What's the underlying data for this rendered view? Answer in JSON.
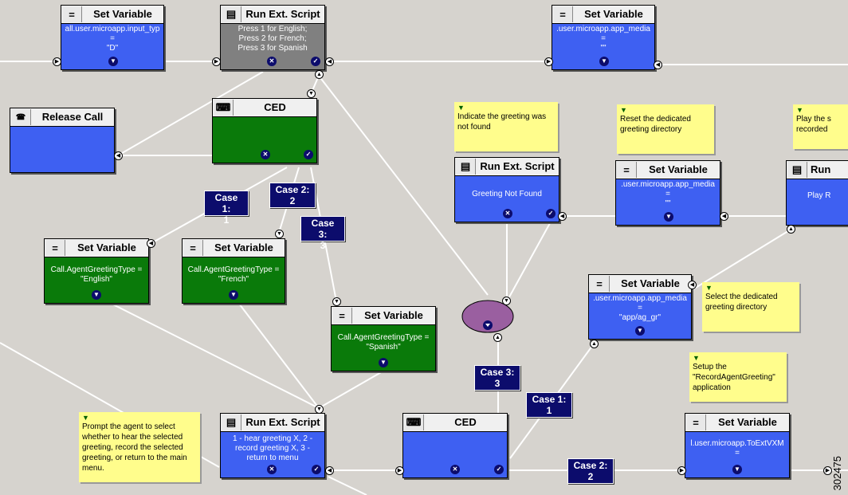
{
  "nodes": {
    "setvar_top1": {
      "title": "Set Variable",
      "line1": "all.user.microapp.input_typ",
      "line2": "=",
      "line3": "\"D\""
    },
    "runext_top": {
      "title": "Run Ext. Script",
      "line1": "Press 1 for English;",
      "line2": "Press 2 for French;",
      "line3": "Press 3 for Spanish"
    },
    "setvar_top2": {
      "title": "Set Variable",
      "line1": ".user.microapp.app_media",
      "line2": "=",
      "line3": "\"\""
    },
    "release_call": {
      "title": "Release Call"
    },
    "ced_top": {
      "title": "CED"
    },
    "runext_mid": {
      "title": "Run Ext. Script",
      "line1": "Greeting Not Found"
    },
    "setvar_mid": {
      "title": "Set Variable",
      "line1": ".user.microapp.app_media",
      "line2": "=",
      "line3": "\"\""
    },
    "run_right": {
      "title": "Run",
      "line1": "Play R"
    },
    "setvar_english": {
      "title": "Set Variable",
      "line1": "Call.AgentGreetingType =",
      "line2": "\"English\""
    },
    "setvar_french": {
      "title": "Set Variable",
      "line1": "Call.AgentGreetingType =",
      "line2": "\"French\""
    },
    "setvar_spanish": {
      "title": "Set Variable",
      "line1": "Call.AgentGreetingType =",
      "line2": "\"Spanish\""
    },
    "setvar_agq": {
      "title": "Set Variable",
      "line1": ".user.microapp.app_media",
      "line2": "=",
      "line3": "\"app/ag_gr\""
    },
    "runext_bottom": {
      "title": "Run Ext. Script",
      "line1": "1 - hear greeting X,  2 -",
      "line2": "record greeting X,  3 -",
      "line3": "return to menu"
    },
    "ced_bottom": {
      "title": "CED"
    },
    "setvar_bottom": {
      "title": "Set Variable",
      "line1": "l.user.microapp.ToExtVXM",
      "line2": "="
    }
  },
  "cases": {
    "c1_top": {
      "line1": "Case 1:",
      "line2": "1"
    },
    "c2_top": {
      "line1": "Case 2:",
      "line2": "2"
    },
    "c3_top": {
      "line1": "Case 3:",
      "line2": "3"
    },
    "c3_bottom": {
      "line1": "Case 3:",
      "line2": "3"
    },
    "c1_bottom": {
      "line1": "Case 1:",
      "line2": "1"
    },
    "c2_bottom": {
      "line1": "Case 2:",
      "line2": "2"
    }
  },
  "notes": {
    "n_not_found": "Indicate the greeting was not found",
    "n_reset": "Reset the dedicated greeting directory",
    "n_play": "Play the s recorded",
    "n_select": "Select the dedicated greeting directory",
    "n_setup": "Setup the \"RecordAgentGreeting\" application",
    "n_prompt": "Prompt the agent to select whether to hear the selected greeting, record the selected greeting, or return to the main menu."
  },
  "figure_id": "302475",
  "colors": {
    "canvas": "#d6d3ce",
    "node_blue": "#3e60f2",
    "node_green": "#0a7a0a",
    "node_gray": "#808080",
    "case_box": "#0c0c6c",
    "note": "#fffd8c",
    "junction": "#9a5fa0"
  }
}
